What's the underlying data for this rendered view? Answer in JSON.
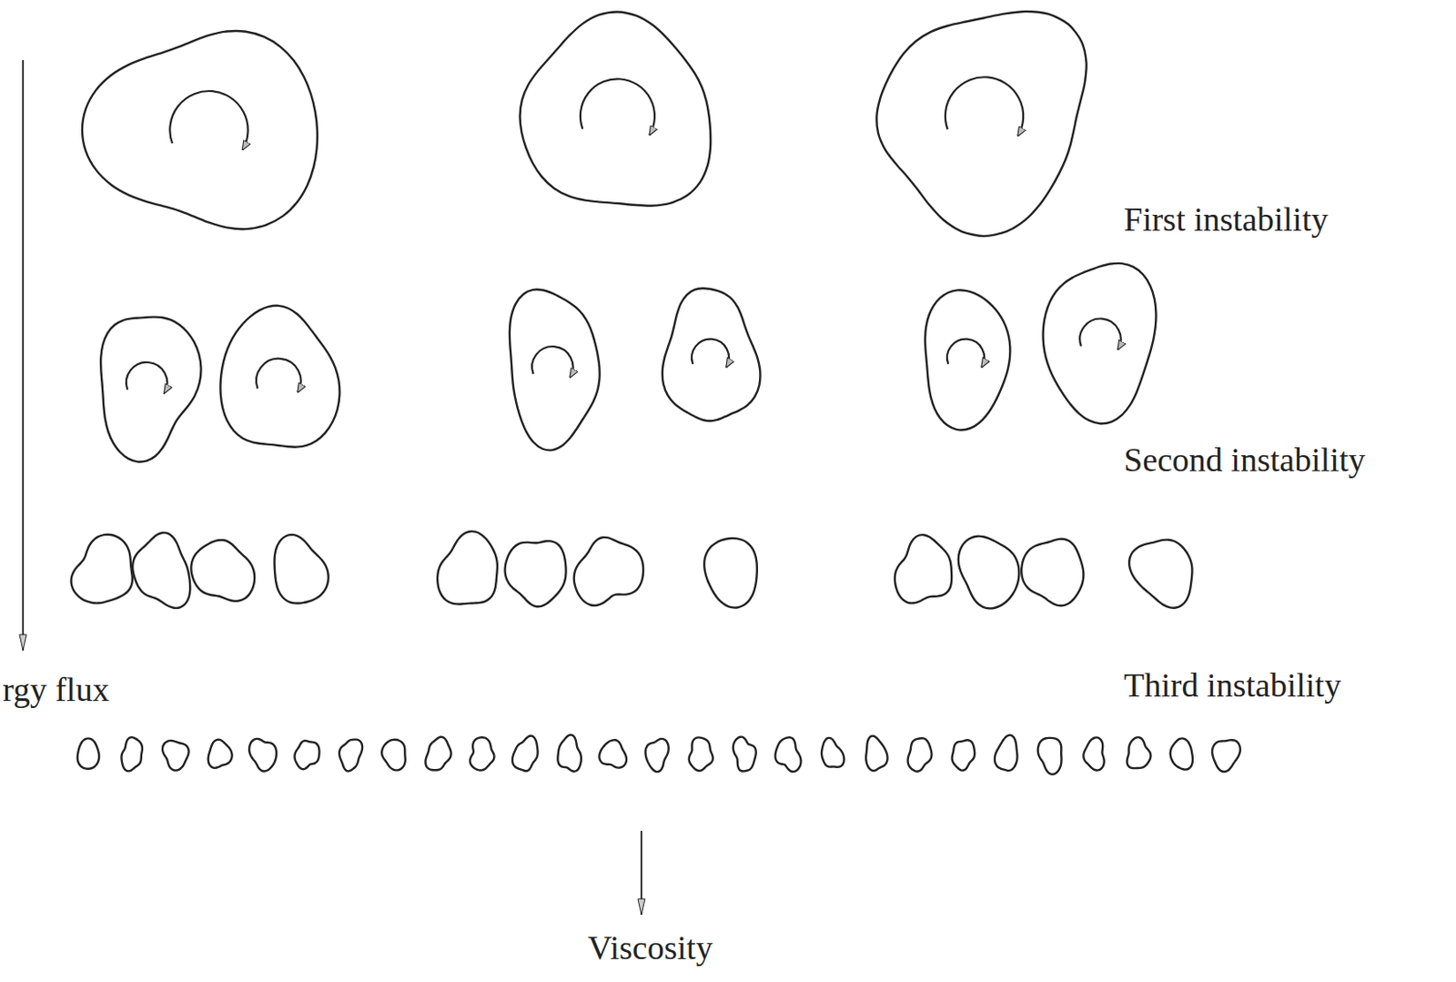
{
  "diagram": {
    "labels": [
      "First instability",
      "Second instability",
      "Third instability",
      "rgy flux",
      "Viscosity"
    ]
  }
}
